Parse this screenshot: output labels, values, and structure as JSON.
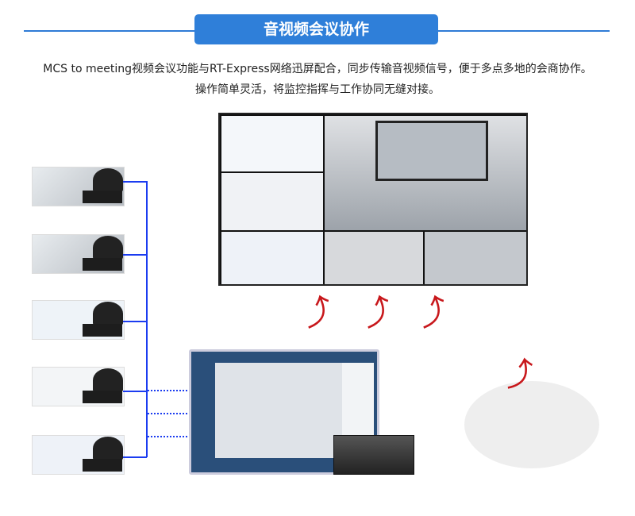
{
  "header": {
    "title": "音视频会议协作"
  },
  "description": {
    "line1": "MCS to meeting视频会议功能与RT-Express网络迅屏配合，同步传输音视频信号，便于多点多地的会商协作。",
    "line2": "操作简单灵活，将监控指挥与工作协同无缝对接。"
  },
  "colors": {
    "accent": "#2f7fd9",
    "link_line": "#1b3cf0",
    "arrow": "#c8181c"
  }
}
